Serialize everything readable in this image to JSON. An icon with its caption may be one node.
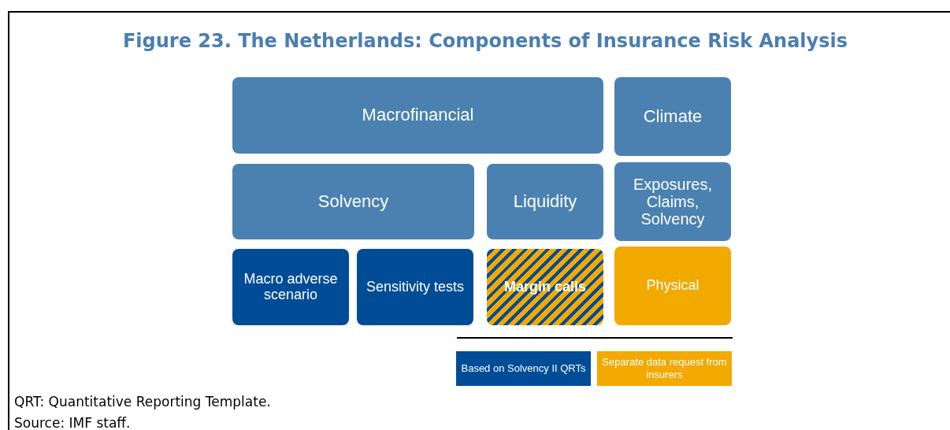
{
  "diagram": {
    "title": "Figure 23. The Netherlands: Components of Insurance Risk Analysis",
    "nodes": [
      {
        "text": [
          "Macrofinancial"
        ]
      },
      {
        "text": [
          "Climate"
        ]
      },
      {
        "text": [
          "Solvency"
        ]
      },
      {
        "text": [
          "Liquidity"
        ]
      },
      {
        "text": [
          "Exposures, Claims, Solvency"
        ]
      },
      {
        "text": [
          "Macro adverse scenario"
        ]
      },
      {
        "text": [
          "Sensitivity tests"
        ]
      },
      {
        "text": [
          "Margin calls"
        ]
      },
      {
        "text": [
          "Physical"
        ]
      }
    ],
    "labels": [
      "QRT: Quantitative Reporting Template.",
      "Source: IMF staff."
    ],
    "legend": [
      {
        "text": "Based on Solvency II QRTs",
        "color": "#004c97"
      },
      {
        "text": "Separate data request from insurers",
        "color": "#f2a900"
      }
    ]
  }
}
